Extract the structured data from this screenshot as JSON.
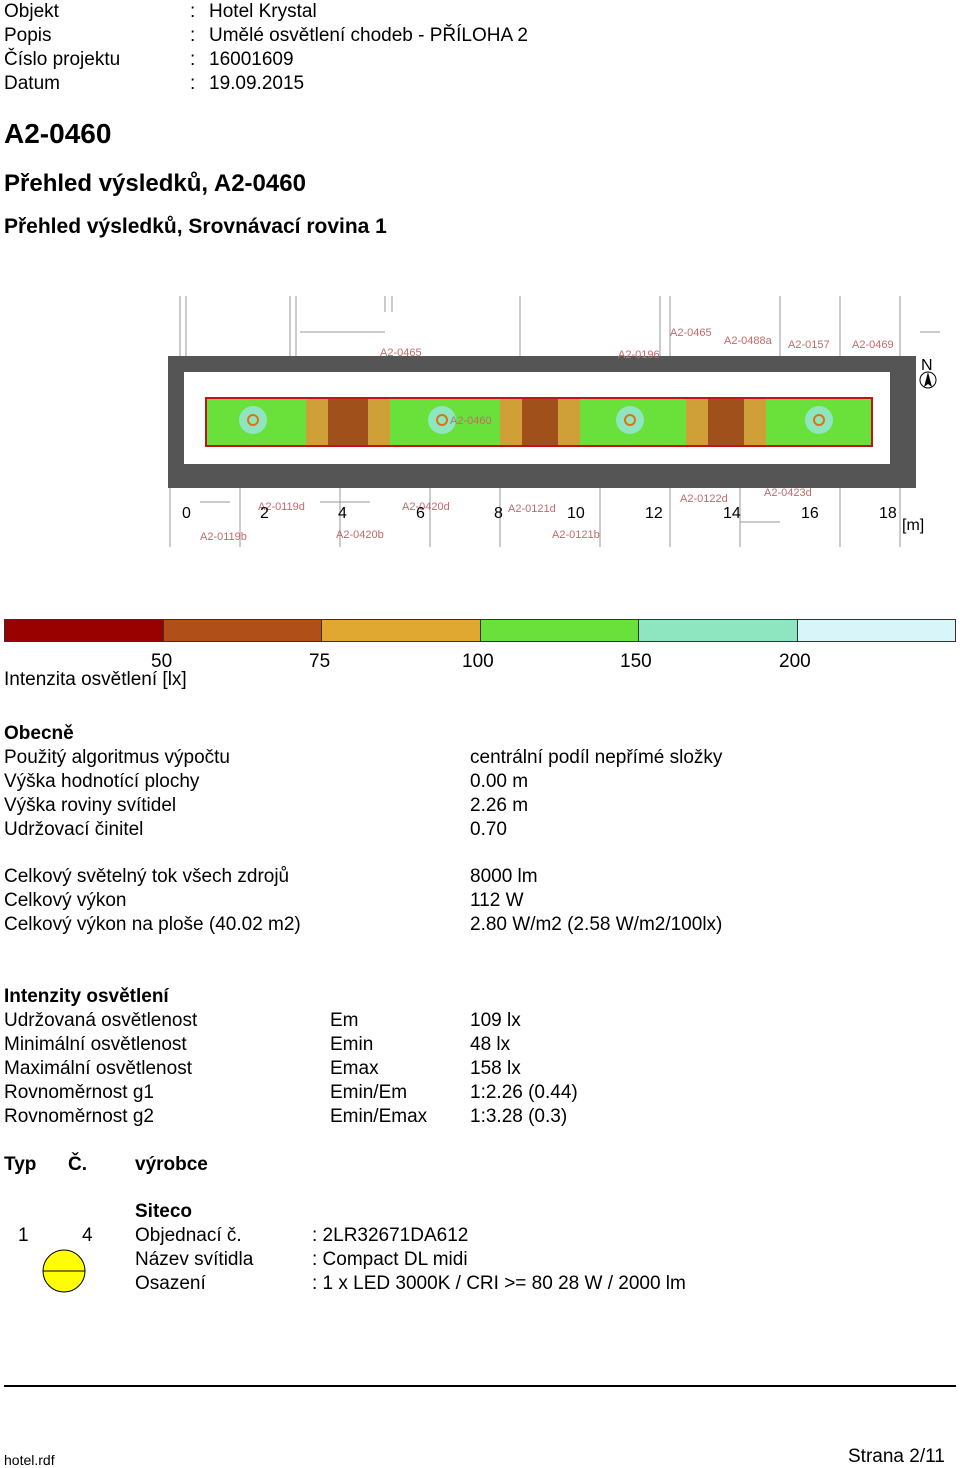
{
  "header": {
    "rows": [
      {
        "label": "Objekt",
        "value": "Hotel Krystal"
      },
      {
        "label": "Popis",
        "value": "Umělé osvětlení chodeb - PŘÍLOHA 2"
      },
      {
        "label": "Číslo projektu",
        "value": "16001609"
      },
      {
        "label": "Datum",
        "value": "19.09.2015"
      }
    ],
    "separator": ":"
  },
  "titles": {
    "room": "A2-0460",
    "overview": "Přehled výsledků, A2-0460",
    "plane": "Přehled výsledků, Srovnávací rovina 1"
  },
  "plan": {
    "north": "N",
    "unit": "[m]",
    "scale_ticks": [
      "0",
      "2",
      "4",
      "6",
      "8",
      "10",
      "12",
      "14",
      "16",
      "18"
    ],
    "rooms_top": [
      "A2-0465",
      "A2-0488a",
      "A2-0157",
      "A2-0469",
      "A2-0465",
      "A2-0196"
    ],
    "rooms_bottom": [
      "A2-0119d",
      "A2-0420d",
      "A2-0121d",
      "A2-0122d",
      "A2-0423d",
      "A2-0119b",
      "A2-0420b",
      "A2-0121b"
    ],
    "room_center": "A2-0460"
  },
  "legend": {
    "colors": [
      "#990000",
      "#b05018",
      "#e0a830",
      "#6ae03a",
      "#8ee6c0",
      "#d8f6fa"
    ],
    "values": [
      "50",
      "75",
      "100",
      "150",
      "200"
    ],
    "caption": "Intenzita osvětlení [lx]"
  },
  "general": {
    "title": "Obecně",
    "rows": [
      {
        "label": "Použitý algoritmus výpočtu",
        "value": "centrální podíl nepřímé složky"
      },
      {
        "label": "Výška hodnotící plochy",
        "value": "0.00 m"
      },
      {
        "label": "Výška roviny svítidel",
        "value": "2.26 m"
      },
      {
        "label": "Udržovací činitel",
        "value": "0.70"
      }
    ],
    "rows2": [
      {
        "label": "Celkový světelný tok všech zdrojů",
        "value": "8000 lm"
      },
      {
        "label": "Celkový výkon",
        "value": "112 W"
      },
      {
        "label": "Celkový výkon na ploše (40.02 m2)",
        "value": "2.80 W/m2 (2.58 W/m2/100lx)"
      }
    ]
  },
  "intensity": {
    "title": "Intenzity osvětlení",
    "rows": [
      {
        "label": "Udržovaná osvětlenost",
        "sym": "Em",
        "value": "109 lx"
      },
      {
        "label": "Minimální osvětlenost",
        "sym": "Emin",
        "value": "48 lx"
      },
      {
        "label": "Maximální osvětlenost",
        "sym": "Emax",
        "value": "158 lx"
      },
      {
        "label": "Rovnoměrnost g1",
        "sym": "Emin/Em",
        "value": "1:2.26 (0.44)"
      },
      {
        "label": "Rovnoměrnost g2",
        "sym": "Emin/Emax",
        "value": "1:3.28 (0.3)"
      }
    ]
  },
  "luminaires": {
    "headers": {
      "typ": "Typ",
      "c": "Č.",
      "maker": "výrobce"
    },
    "item": {
      "typ": "1",
      "count": "4",
      "maker": "Siteco",
      "rows": [
        {
          "label": "Objednací č.",
          "value": ": 2LR32671DA612"
        },
        {
          "label": "Název svítidla",
          "value": ": Compact DL midi"
        },
        {
          "label": "Osazení",
          "value": ": 1 x LED 3000K / CRI >= 80 28 W / 2000 lm"
        }
      ],
      "symbol_color": "#ffff00"
    }
  },
  "footer": {
    "file": "hotel.rdf",
    "page": "Strana 2/11"
  }
}
